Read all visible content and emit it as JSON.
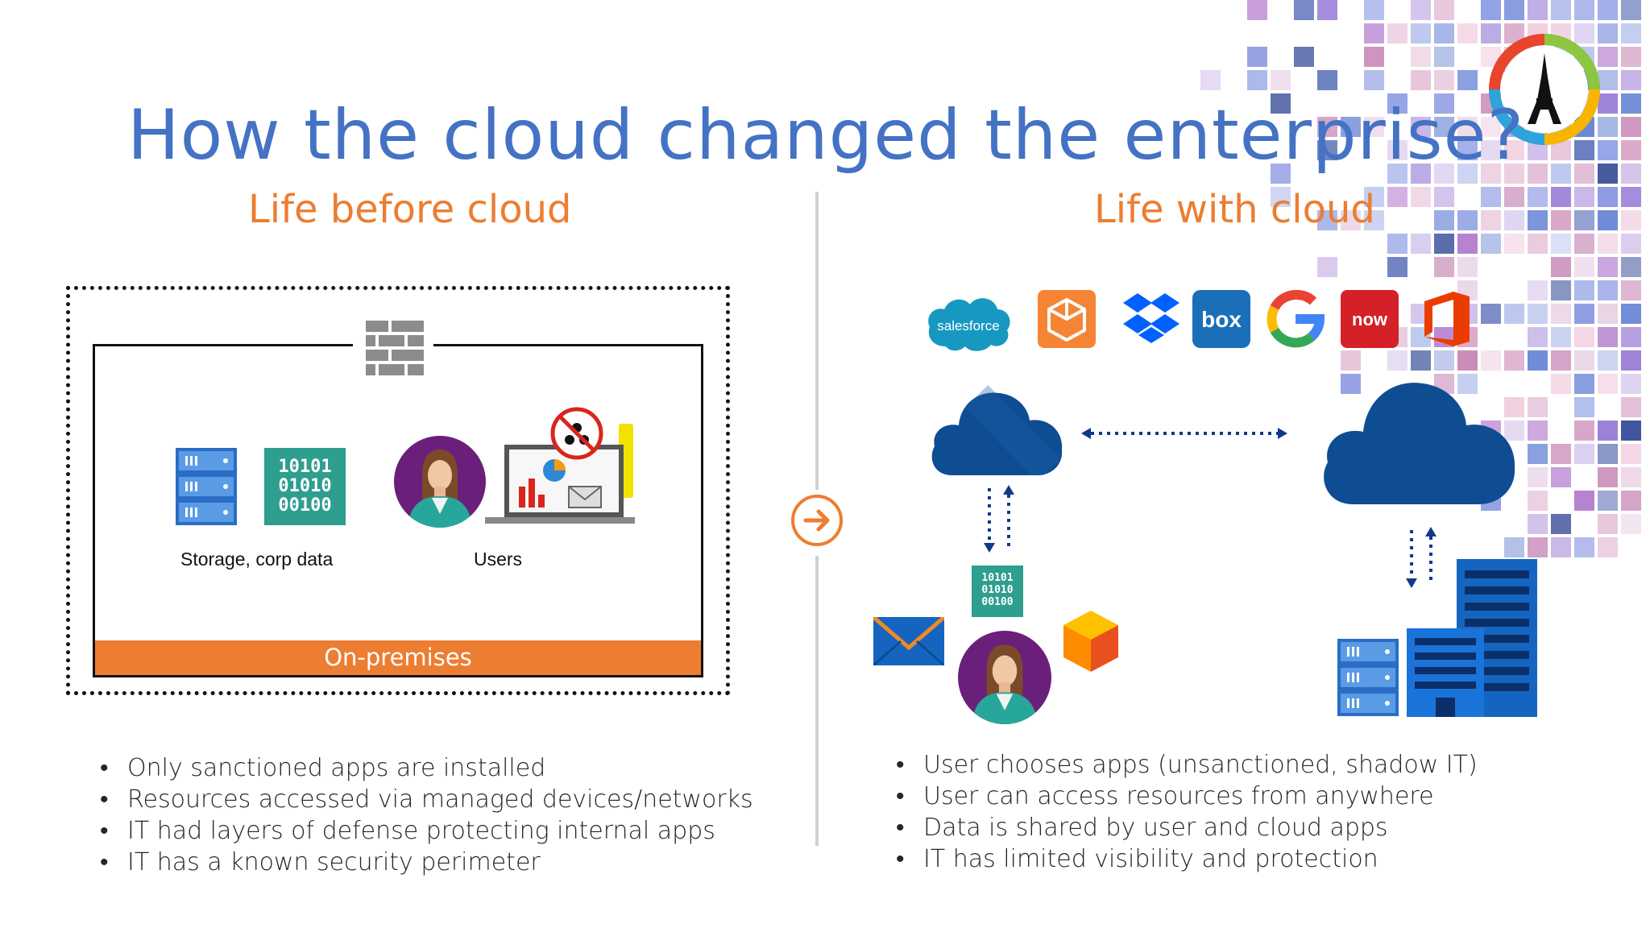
{
  "slide": {
    "title": "How the cloud changed the enterprise?",
    "left_heading": "Life before cloud",
    "right_heading": "Life with cloud"
  },
  "before": {
    "storage_label": "Storage, corp data",
    "users_label": "Users",
    "onprem_label": "On-premises",
    "binary": [
      "10101",
      "01010",
      "00100"
    ],
    "bullets": [
      "Only sanctioned apps are installed",
      "Resources accessed via managed devices/networks",
      "IT had layers of defense protecting internal apps",
      "IT has a known security perimeter"
    ]
  },
  "with": {
    "salesforce_label": "salesforce",
    "box_label": "box",
    "now_label": "now",
    "binary": [
      "10101",
      "01010",
      "00100"
    ],
    "bullets": [
      "User chooses apps (unsanctioned, shadow IT)",
      "User can access resources from anywhere",
      "Data is shared by user and cloud apps",
      "IT has limited visibility and protection"
    ]
  },
  "colors": {
    "title": "#4472c4",
    "heading": "#ed7d31",
    "onprem_bar": "#ed7d31",
    "cloud": "#0e4d92",
    "server": "#3e7ed0",
    "binary": "#2e9e8f"
  },
  "icons": [
    "mosaic-decoration",
    "eiffel-logo-icon",
    "firewall-icon",
    "server-icon",
    "binary-data-icon",
    "user-avatar-icon",
    "laptop-dashboard-icon",
    "biohazard-blocked-icon",
    "phone-icon",
    "arrow-right-icon",
    "salesforce-icon",
    "aws-box-icon",
    "dropbox-icon",
    "box-icon",
    "google-icon",
    "servicenow-icon",
    "office-icon",
    "cloud-icon",
    "mail-icon",
    "cube-icon",
    "building-icon"
  ]
}
